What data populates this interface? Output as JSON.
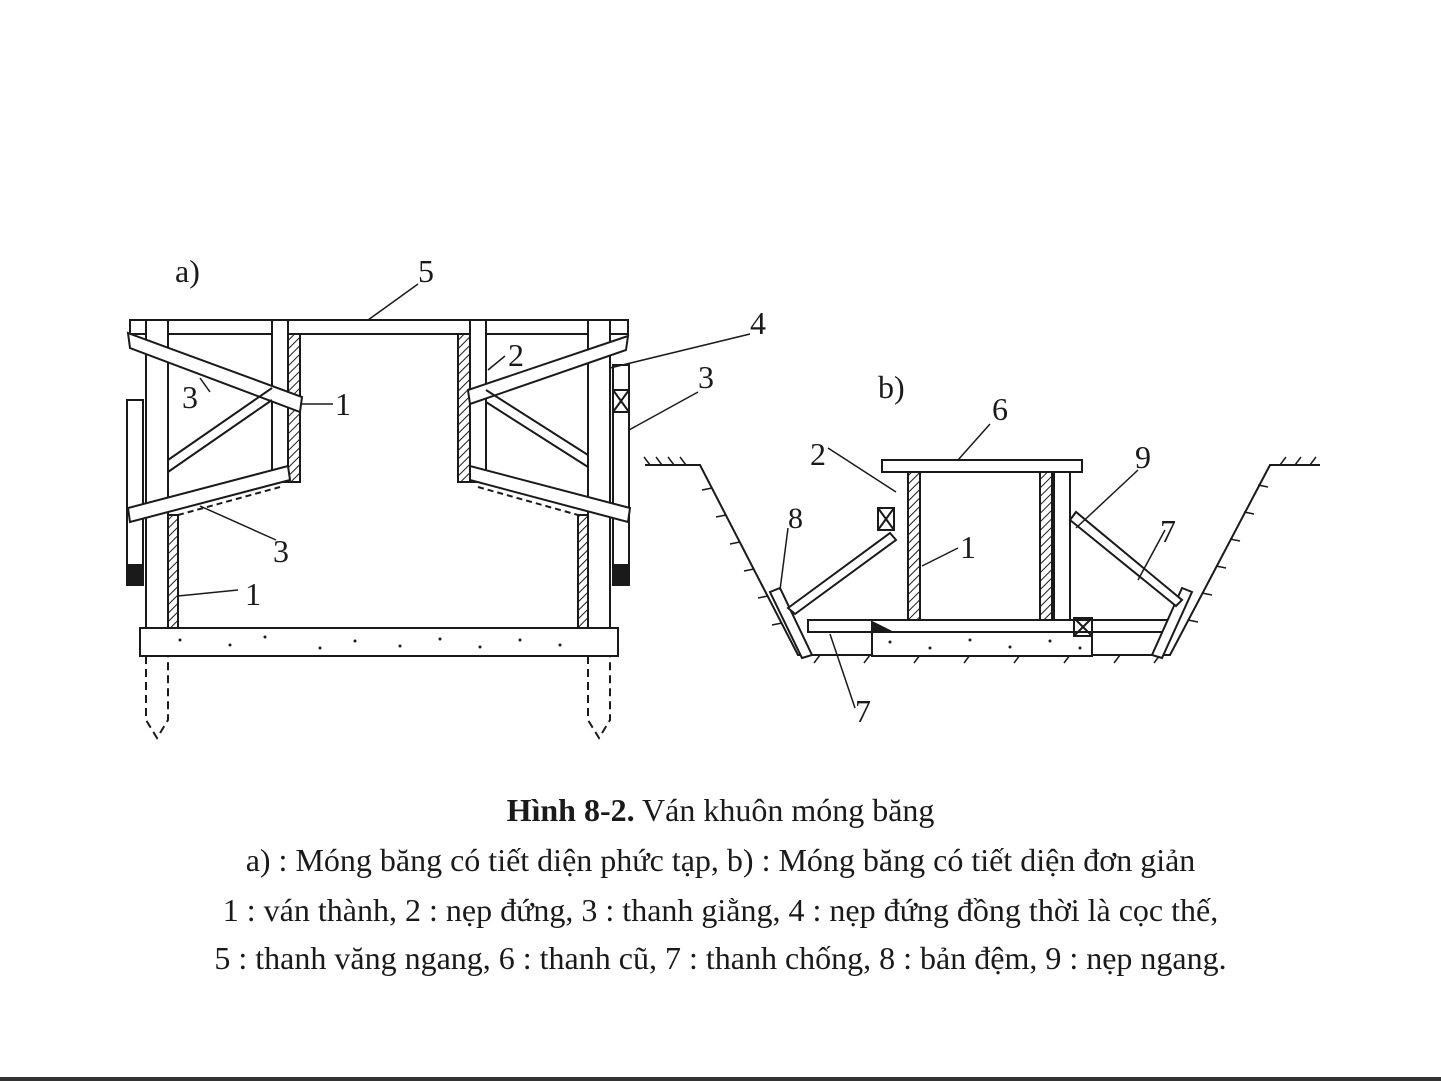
{
  "figure": {
    "panel_a": {
      "label": "a)",
      "callouts": [
        "5",
        "4",
        "3",
        "2",
        "3",
        "1",
        "3",
        "1"
      ]
    },
    "panel_b": {
      "label": "b)",
      "callouts": [
        "6",
        "2",
        "9",
        "8",
        "1",
        "7",
        "7"
      ]
    }
  },
  "caption": {
    "title_bold": "Hình 8-2.",
    "title_rest": " Ván khuôn móng băng",
    "line1": "a) : Móng băng có tiết diện phức tạp,  b) : Móng băng có tiết diện đơn giản",
    "line2": "1 : ván thành, 2 : nẹp đứng, 3 : thanh giằng, 4 : nẹp đứng đồng thời là cọc thế,",
    "line3": "5 : thanh văng ngang, 6 : thanh cũ, 7 : thanh chống, 8 : bản đệm, 9 : nẹp ngang."
  },
  "colors": {
    "ink": "#1a1a1a",
    "background": "#ffffff"
  }
}
